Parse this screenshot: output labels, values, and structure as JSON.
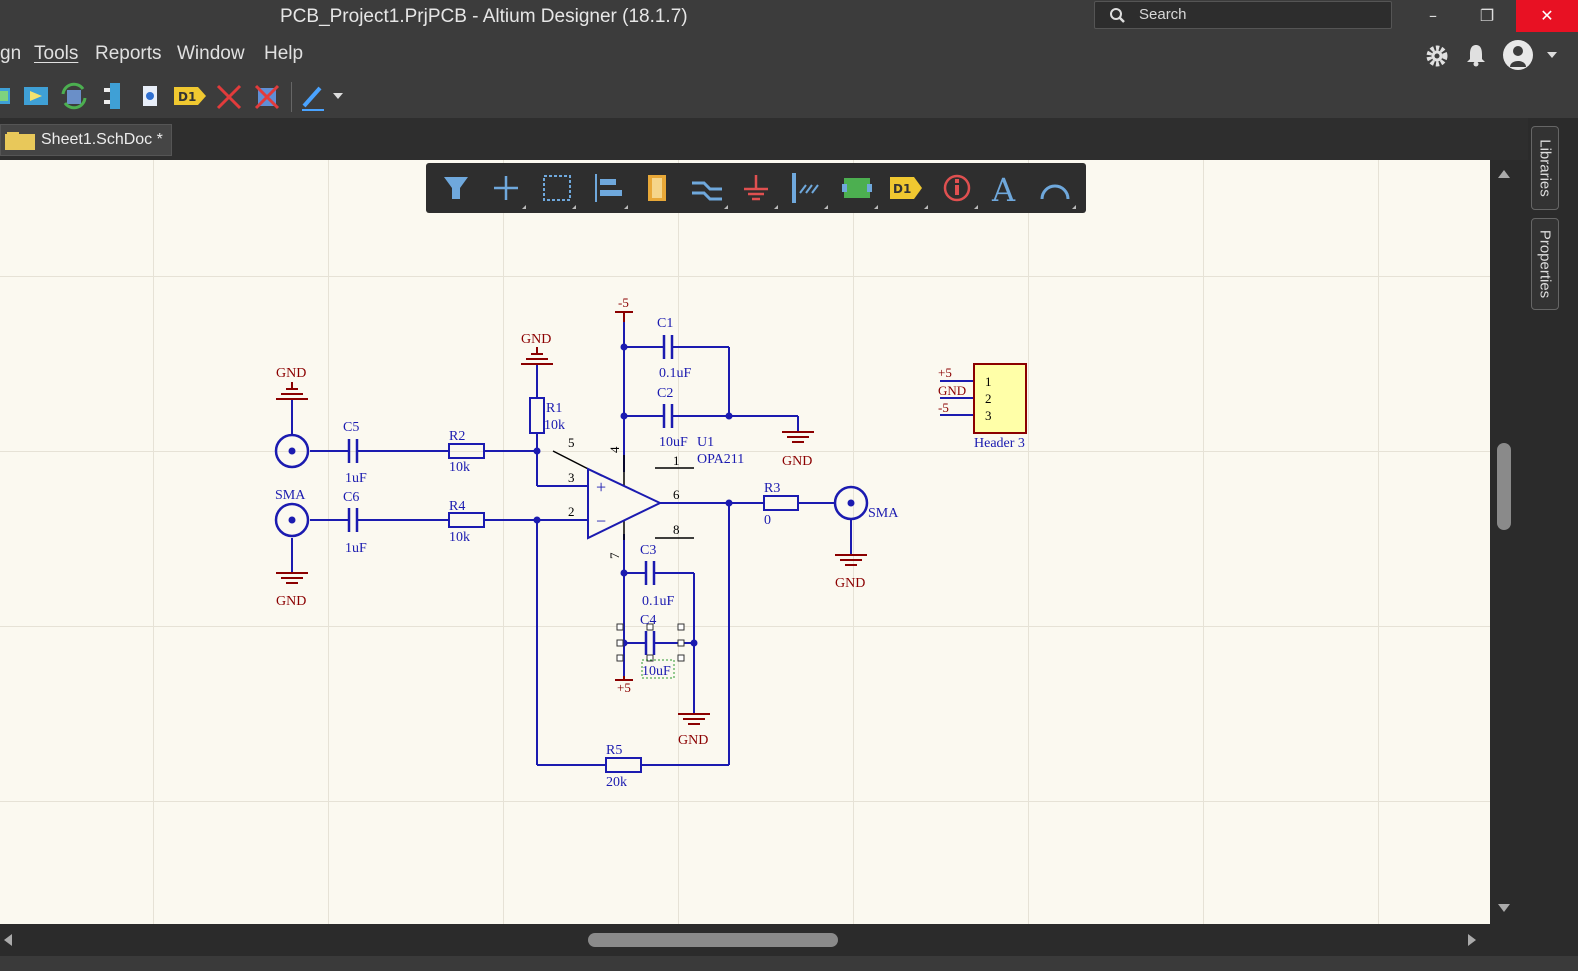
{
  "window": {
    "title": "PCB_Project1.PrjPCB - Altium Designer (18.1.7)",
    "search_placeholder": "Search",
    "minimize": "–",
    "restore": "❐",
    "close": "✕"
  },
  "menu": {
    "items": [
      "gn",
      "Tools",
      "Reports",
      "Window",
      "Help"
    ]
  },
  "doc_tab": {
    "label": "Sheet1.SchDoc *"
  },
  "side_tabs": {
    "libraries": "Libraries",
    "properties": "Properties"
  },
  "toolbar": {
    "d1_tag": "D1"
  },
  "active_bar": {
    "d1_tag": "D1",
    "text_tool": "A"
  },
  "schematic": {
    "labels": {
      "gnd": "GND",
      "sma": "SMA",
      "c5": "C5",
      "c5_val": "1uF",
      "c6": "C6",
      "c6_val": "1uF",
      "r2": "R2",
      "r2_val": "10k",
      "r4": "R4",
      "r4_val": "10k",
      "r1": "R1",
      "r1_val": "10k",
      "c1": "C1",
      "c1_val": "0.1uF",
      "c2": "C2",
      "c2_val": "10uF",
      "u1": "U1",
      "u1_val": "OPA211",
      "r3": "R3",
      "r3_val": "0",
      "c3": "C3",
      "c3_val": "0.1uF",
      "c4": "C4",
      "c4_val": "10uF",
      "r5": "R5",
      "r5_val": "20k",
      "neg5": "-5",
      "pos5": "+5",
      "header": "Header 3",
      "pin1": "1",
      "pin2": "2",
      "pin3": "3",
      "pin4": "4",
      "pin5": "5",
      "pin6": "6",
      "pin7": "7",
      "pin8": "8",
      "plus": "+",
      "minus": "−"
    }
  },
  "colors": {
    "wire": "#1b1bb0",
    "power": "#8b0000",
    "component": "#1b1bb0",
    "header_fill": "#ffffa8",
    "close_button": "#e81123"
  }
}
